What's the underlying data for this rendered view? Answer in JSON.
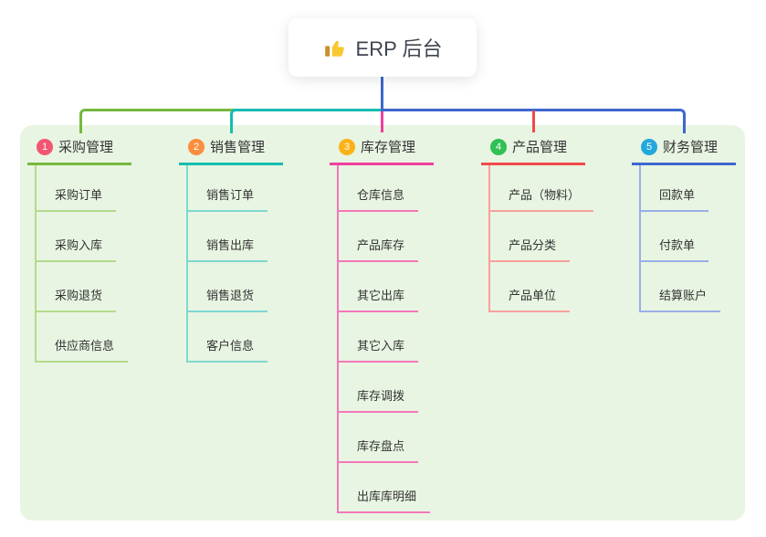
{
  "colors": {
    "canvas_bg": "#ffffff",
    "panel_bg": "#e8f5e2",
    "root_card_bg": "#ffffff",
    "root_text_color": "#3d4450",
    "node_text_color": "#333333",
    "trunk_blue": "#4a67d3"
  },
  "root": {
    "label": "ERP 后台",
    "icon": "thumbs-up"
  },
  "branches": [
    {
      "badge": "1",
      "label": "采购管理",
      "badge_color": "#f25672",
      "line_color": "#76b83e",
      "child_line_color": "#b4da8c",
      "children": [
        "采购订单",
        "采购入库",
        "采购退货",
        "供应商信息"
      ]
    },
    {
      "badge": "2",
      "label": "销售管理",
      "badge_color": "#fb8e3e",
      "line_color": "#16bcb0",
      "child_line_color": "#7ed8d0",
      "children": [
        "销售订单",
        "销售出库",
        "销售退货",
        "客户信息"
      ]
    },
    {
      "badge": "3",
      "label": "库存管理",
      "badge_color": "#fbb217",
      "line_color": "#ef3f9f",
      "child_line_color": "#f478ba",
      "children": [
        "仓库信息",
        "产品库存",
        "其它出库",
        "其它入库",
        "库存调拨",
        "库存盘点",
        "出库库明细"
      ]
    },
    {
      "badge": "4",
      "label": "产品管理",
      "badge_color": "#30c053",
      "line_color": "#f0494b",
      "child_line_color": "#f7a09d",
      "children": [
        "产品（物料）",
        "产品分类",
        "产品单位"
      ]
    },
    {
      "badge": "5",
      "label": "财务管理",
      "badge_color": "#23a8dc",
      "line_color": "#3f66cf",
      "child_line_color": "#9aaee6",
      "children": [
        "回款单",
        "付款单",
        "结算账户"
      ]
    }
  ]
}
